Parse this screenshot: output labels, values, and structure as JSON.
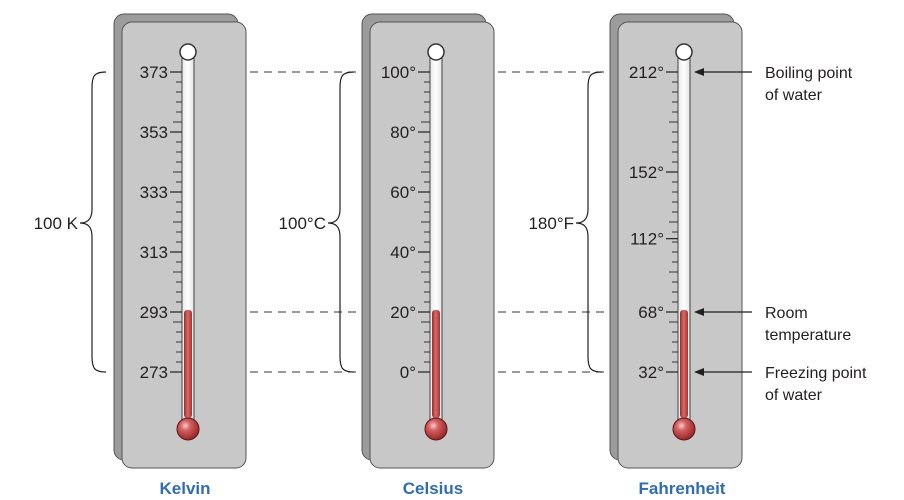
{
  "colors": {
    "panel_front": "#c8c8c8",
    "panel_back": "#9c9c9c",
    "mercury": "#b73a3a",
    "title": "#2f6db5",
    "line": "#231f20"
  },
  "thermometers": [
    {
      "title": "Kelvin",
      "range_label": "100 K",
      "ticks": [
        {
          "value": 373,
          "label": "373"
        },
        {
          "value": 353,
          "label": "353"
        },
        {
          "value": 333,
          "label": "333"
        },
        {
          "value": 313,
          "label": "313"
        },
        {
          "value": 293,
          "label": "293"
        },
        {
          "value": 273,
          "label": "273"
        }
      ],
      "fill_label": "293"
    },
    {
      "title": "Celsius",
      "range_label": "100°C",
      "ticks": [
        {
          "value": 100,
          "label": "100°"
        },
        {
          "value": 80,
          "label": "80°"
        },
        {
          "value": 60,
          "label": "60°"
        },
        {
          "value": 40,
          "label": "40°"
        },
        {
          "value": 20,
          "label": "20°"
        },
        {
          "value": 0,
          "label": "0°"
        }
      ],
      "fill_label": "20°"
    },
    {
      "title": "Fahrenheit",
      "range_label": "180°F",
      "ticks": [
        {
          "value": 212,
          "label": "212°"
        },
        {
          "value": 152,
          "label": "152°"
        },
        {
          "value": 112,
          "label": "112°"
        },
        {
          "value": 68,
          "label": "68°"
        },
        {
          "value": 32,
          "label": "32°"
        }
      ],
      "fill_label": "68°"
    }
  ],
  "annotations": [
    {
      "lines": [
        "Boiling point",
        "of water"
      ],
      "points_to": "212°"
    },
    {
      "lines": [
        "Room",
        "temperature"
      ],
      "points_to": "68°"
    },
    {
      "lines": [
        "Freezing point",
        "of water"
      ],
      "points_to": "32°"
    }
  ]
}
